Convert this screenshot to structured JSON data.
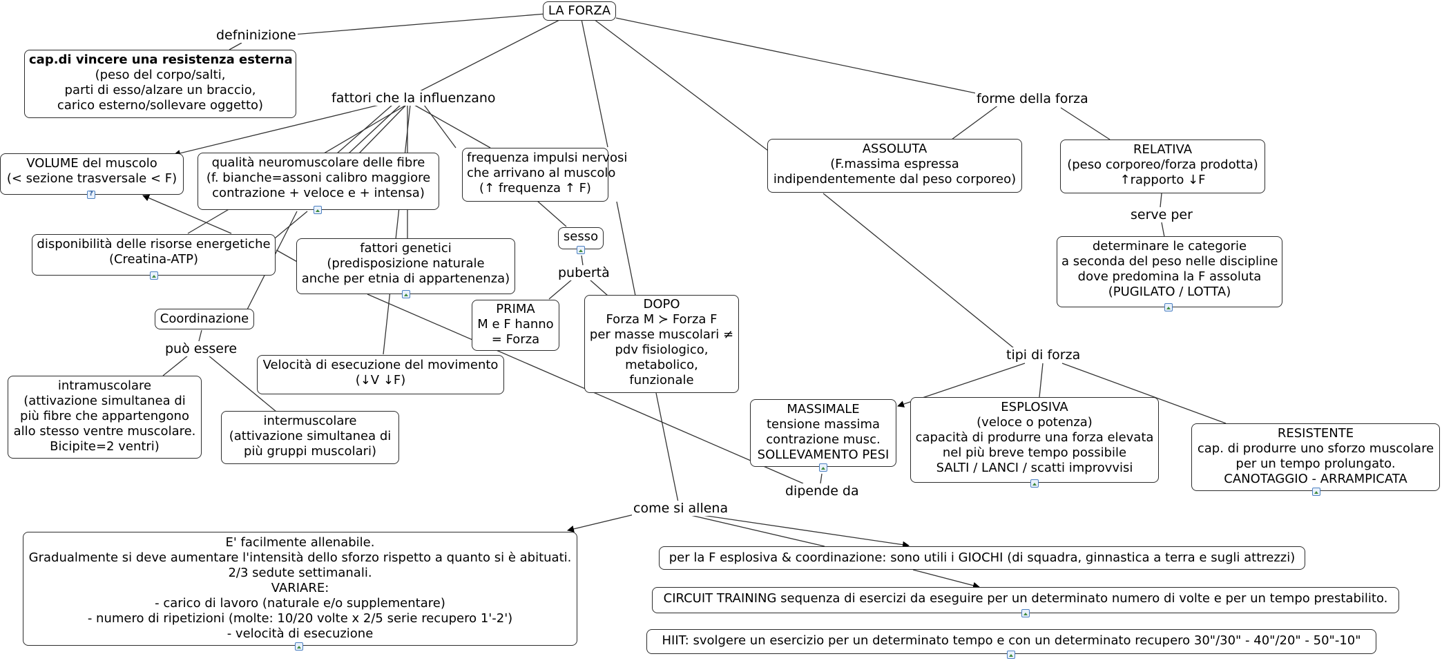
{
  "nodes": {
    "root": [
      "LA FORZA"
    ],
    "def_box": [
      "cap.di vincere una resistenza esterna",
      "(peso del corpo/salti,",
      "parti di esso/alzare un braccio,",
      "carico esterno/sollevare oggetto)"
    ],
    "volume": [
      "VOLUME del muscolo",
      "(< sezione trasversale < F)"
    ],
    "qualita": [
      "qualità neuromuscolare delle fibre",
      "(f. bianche=assoni calibro maggiore",
      "contrazione + veloce e + intensa)"
    ],
    "frequenza": [
      "frequenza impulsi nervosi",
      "che arrivano al muscolo",
      "(↑ frequenza ↑ F)"
    ],
    "disponibilita": [
      "disponibilità delle risorse energetiche",
      "(Creatina-ATP)"
    ],
    "genetici": [
      "fattori genetici",
      "(predisposizione naturale",
      "anche per etnia di appartenenza)"
    ],
    "sesso": [
      "sesso"
    ],
    "coordinazione": [
      "Coordinazione"
    ],
    "prima": [
      "PRIMA",
      "M e F hanno",
      "= Forza"
    ],
    "dopo": [
      "DOPO",
      "Forza M ≻ Forza F",
      "per masse muscolari ≠",
      "pdv fisiologico,",
      "metabolico,",
      "funzionale"
    ],
    "velocita": [
      "Velocità di esecuzione del movimento",
      "(↓V  ↓F)"
    ],
    "intra": [
      "intramuscolare",
      "(attivazione simultanea di",
      "più fibre che appartengono",
      "allo stesso ventre muscolare.",
      "Bicipite=2 ventri)"
    ],
    "inter": [
      "intermuscolare",
      "(attivazione simultanea di",
      "più gruppi muscolari)"
    ],
    "assoluta": [
      "ASSOLUTA",
      "(F.massima espressa",
      "indipendentemente dal peso corporeo)"
    ],
    "relativa": [
      "RELATIVA",
      "(peso corporeo/forza prodotta)",
      "↑rapporto ↓F"
    ],
    "categorie": [
      "determinare le categorie",
      "a seconda del peso nelle discipline",
      "dove predomina la F assoluta",
      "(PUGILATO / LOTTA)"
    ],
    "massimale": [
      "MASSIMALE",
      "tensione massima",
      "contrazione musc.",
      "SOLLEVAMENTO PESI"
    ],
    "esplosiva": [
      "ESPLOSIVA",
      "(veloce o potenza)",
      "capacità di produrre una forza elevata",
      "nel più breve tempo possibile",
      "SALTI / LANCI / scatti improvvisi"
    ],
    "resistente": [
      "RESISTENTE",
      "cap. di produrre uno sforzo muscolare",
      "per un tempo prolungato.",
      "CANOTAGGIO - ARRAMPICATA"
    ],
    "allenabile": [
      "E' facilmente allenabile.",
      "Gradualmente si deve aumentare l'intensità dello sforzo rispetto a quanto si è abituati.",
      "2/3 sedute settimanali.",
      "VARIARE:",
      "- carico di lavoro (naturale e/o supplementare)",
      "- numero di ripetizioni (molte: 10/20 volte x 2/5 serie recupero 1'-2')",
      "- velocità di esecuzione"
    ],
    "giochi": [
      "per la F esplosiva & coordinazione: sono utili i GIOCHI (di squadra, ginnastica a terra e sugli attrezzi)"
    ],
    "circuit": [
      "CIRCUIT TRAINING sequenza di esercizi da eseguire per un determinato numero di volte e per un tempo prestabilito."
    ],
    "hiit": [
      "HIIT: svolgere un esercizio per un determinato tempo e con un determinato recupero 30\"/30\" - 40\"/20\" - 50\"-10\""
    ]
  },
  "labels": {
    "definizione": "defninizione",
    "fattori": "fattori che la influenzano",
    "forme": "forme della forza",
    "serve_per": "serve per",
    "pubertà": "pubertà",
    "puo_essere": "può essere",
    "tipi": "tipi di forza",
    "dipende": "dipende da",
    "come": "come si allena"
  },
  "colors": {
    "line": "#333333",
    "border": "#2b2b2b",
    "resource_icon": "#4a7fc1"
  }
}
